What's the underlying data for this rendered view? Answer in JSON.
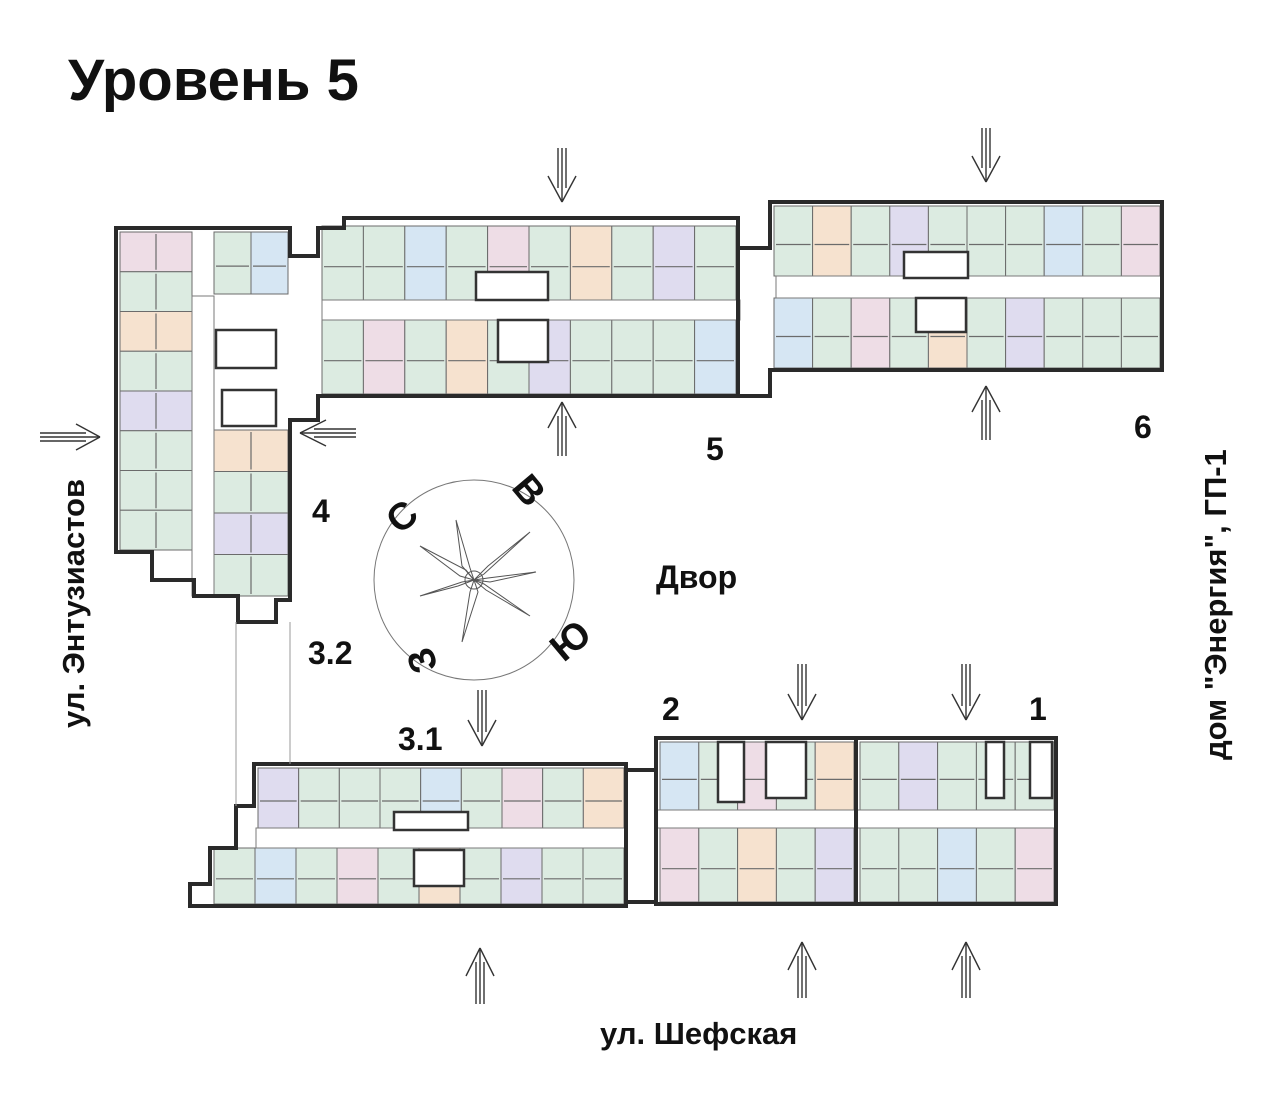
{
  "title": "Уровень 5",
  "yard_label": "Двор",
  "streets": {
    "left": "ул. Энтузиастов",
    "bottom": "ул. Шефская",
    "right": "дом \"Энергия\", ГП-1"
  },
  "sections": [
    {
      "id": "s1",
      "label": "1"
    },
    {
      "id": "s2",
      "label": "2"
    },
    {
      "id": "s31",
      "label": "3.1"
    },
    {
      "id": "s32",
      "label": "3.2"
    },
    {
      "id": "s4",
      "label": "4"
    },
    {
      "id": "s5",
      "label": "5"
    },
    {
      "id": "s6",
      "label": "6"
    }
  ],
  "compass": {
    "north": "С",
    "east": "В",
    "south": "Ю",
    "west": "З"
  },
  "colors": {
    "green": "#dcebe1",
    "blue": "#d6e6f3",
    "pink": "#eedde6",
    "orange": "#f6e2cf",
    "violet": "#dfdcef",
    "wall": "#2a2a2a"
  }
}
